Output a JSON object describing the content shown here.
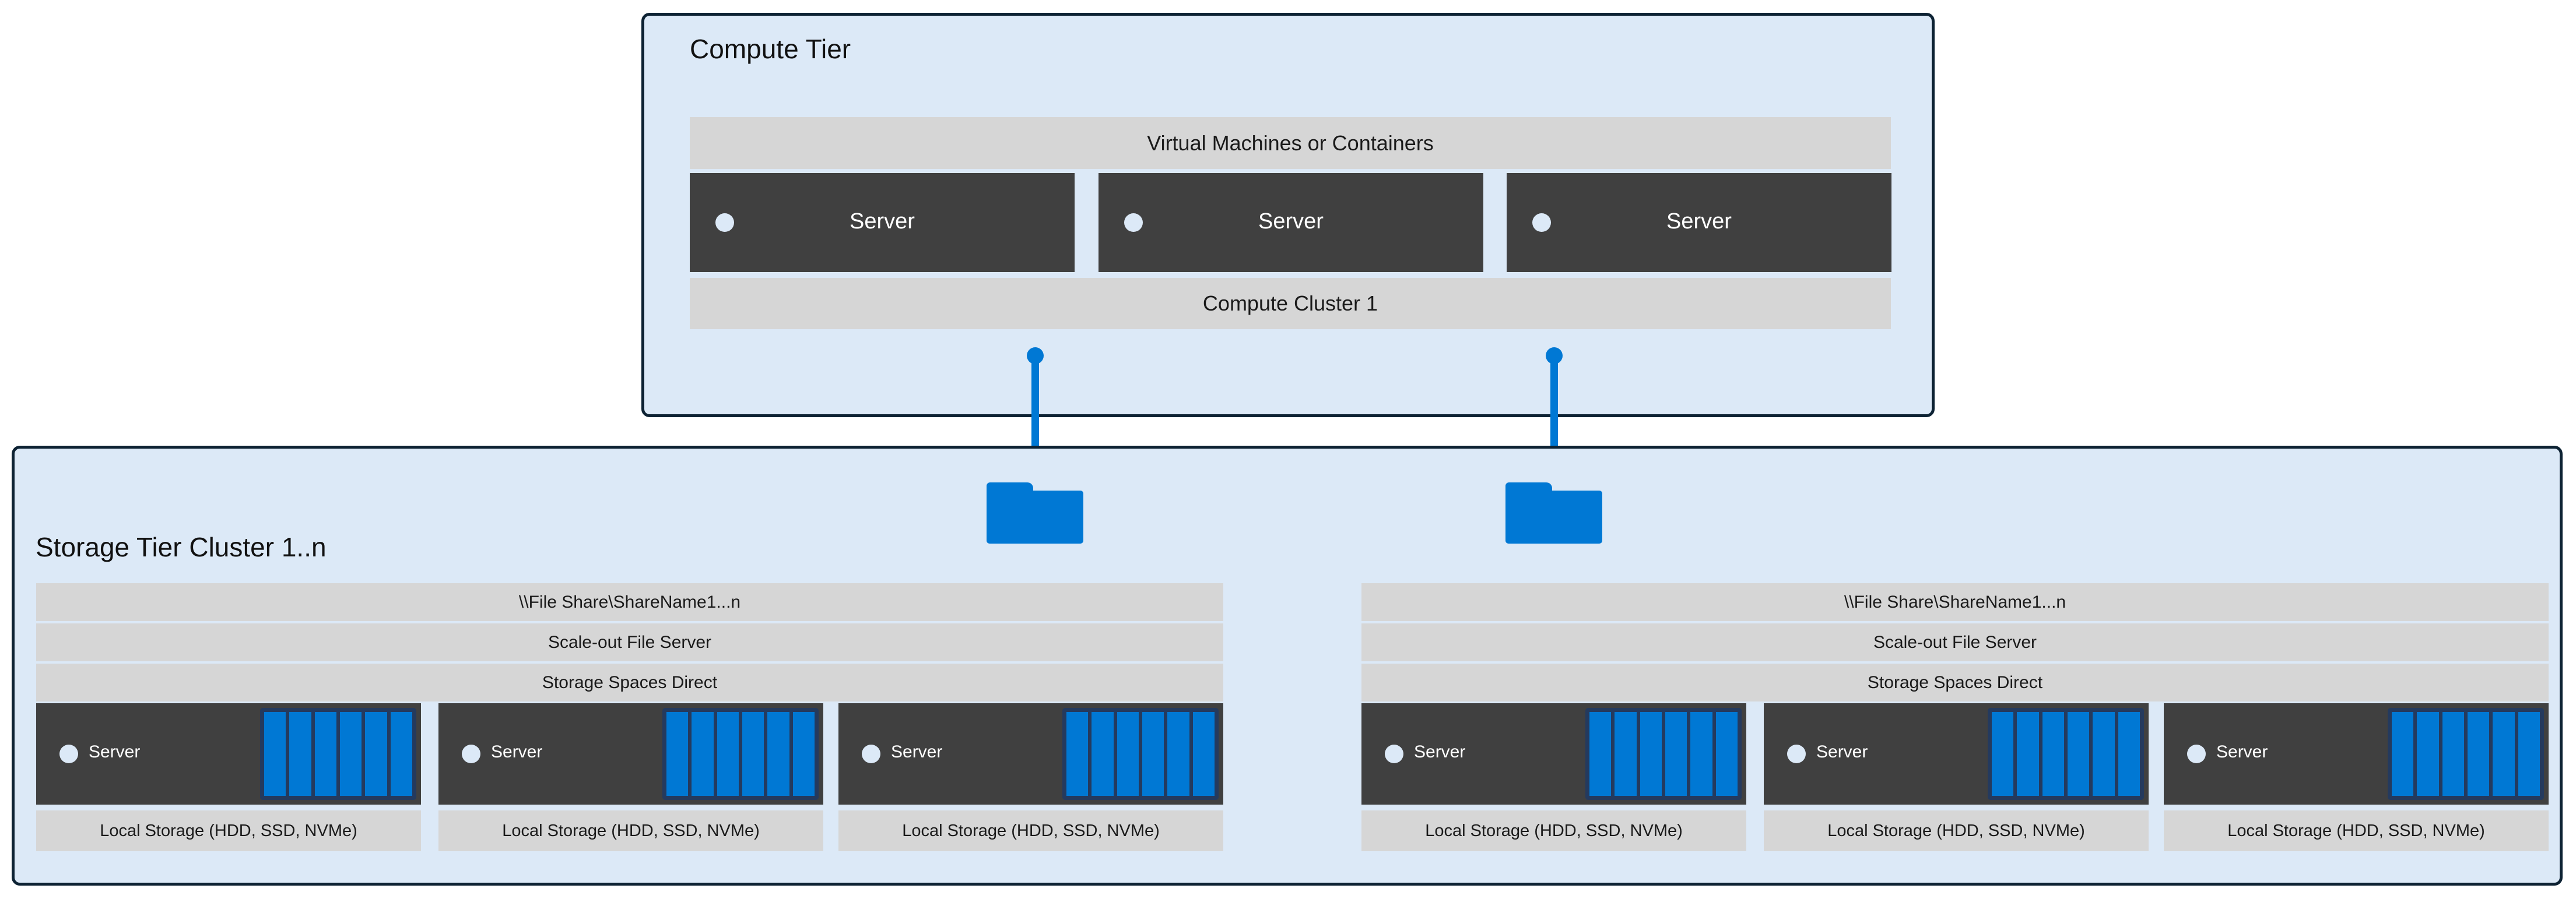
{
  "colors": {
    "tier_fill": "#DCE9F7",
    "tier_border": "#0D2233",
    "band_fill": "#D6D6D6",
    "server_fill": "#404040",
    "accent_blue": "#0078D4",
    "disk_frame": "#243A5E"
  },
  "compute_tier": {
    "title": "Compute Tier",
    "vm_band_label": "Virtual Machines or Containers",
    "cluster_band_label": "Compute Cluster 1",
    "servers": [
      {
        "label": "Server"
      },
      {
        "label": "Server"
      },
      {
        "label": "Server"
      }
    ]
  },
  "storage_tier": {
    "title": "Storage Tier Cluster 1..n",
    "clusters": [
      {
        "file_share_label": "\\\\File Share\\ShareName1...n",
        "file_server_label": "Scale-out File Server",
        "storage_spaces_label": "Storage Spaces Direct",
        "nodes": [
          {
            "server_label": "Server",
            "storage_label": "Local Storage (HDD, SSD, NVMe)",
            "disk_count": 6
          },
          {
            "server_label": "Server",
            "storage_label": "Local Storage (HDD, SSD, NVMe)",
            "disk_count": 6
          },
          {
            "server_label": "Server",
            "storage_label": "Local Storage (HDD, SSD, NVMe)",
            "disk_count": 6
          }
        ]
      },
      {
        "file_share_label": "\\\\File Share\\ShareName1...n",
        "file_server_label": "Scale-out File Server",
        "storage_spaces_label": "Storage Spaces Direct",
        "nodes": [
          {
            "server_label": "Server",
            "storage_label": "Local Storage (HDD, SSD, NVMe)",
            "disk_count": 6
          },
          {
            "server_label": "Server",
            "storage_label": "Local Storage (HDD, SSD, NVMe)",
            "disk_count": 6
          },
          {
            "server_label": "Server",
            "storage_label": "Local Storage (HDD, SSD, NVMe)",
            "disk_count": 6
          }
        ]
      }
    ]
  },
  "connectors": [
    {
      "name": "compute-to-storage-cluster-1",
      "icon": "folder-icon"
    },
    {
      "name": "compute-to-storage-cluster-2",
      "icon": "folder-icon"
    }
  ]
}
